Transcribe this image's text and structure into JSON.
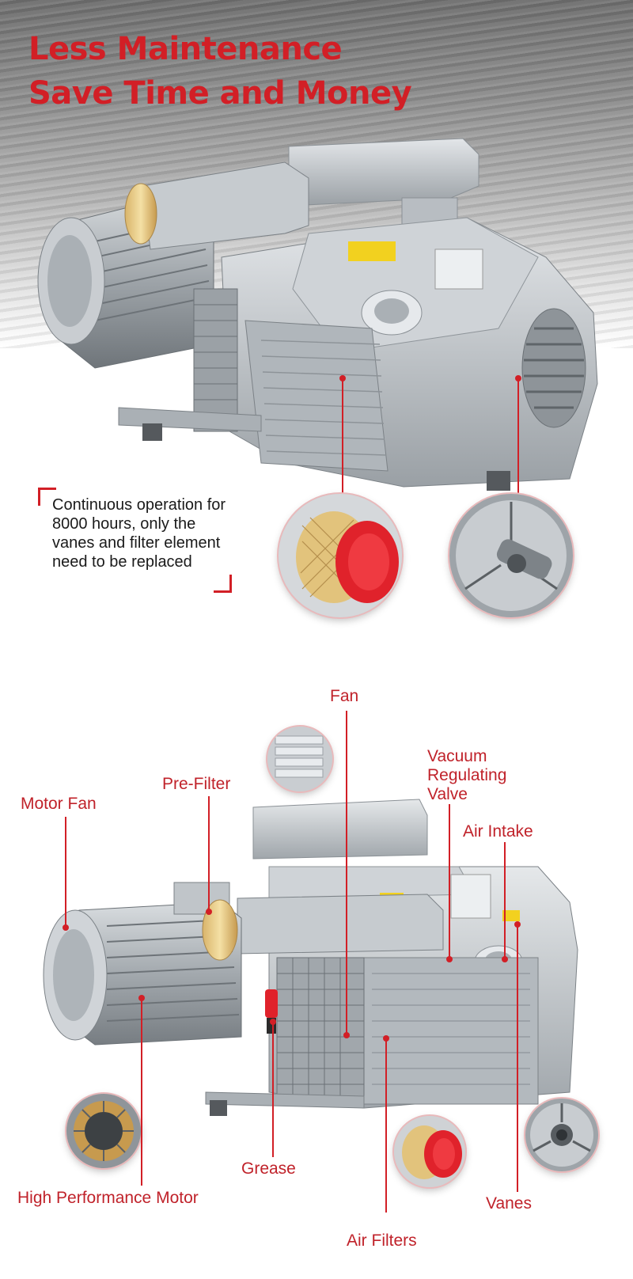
{
  "banner": {
    "headline_line1": "Less Maintenance",
    "headline_line2": "Save Time and Money"
  },
  "callout": {
    "text": "Continuous operation for 8000 hours, only the vanes and filter element need to be replaced"
  },
  "components": {
    "fan": "Fan",
    "vacuum_regulating_valve_l1": "Vacuum",
    "vacuum_regulating_valve_l2": "Regulating",
    "vacuum_regulating_valve_l3": "Valve",
    "pre_filter": "Pre-Filter",
    "motor_fan": "Motor Fan",
    "air_intake": "Air Intake",
    "grease": "Grease",
    "high_performance_motor": "High Performance Motor",
    "air_filters": "Air Filters",
    "vanes": "Vanes"
  },
  "colors": {
    "accent_red": "#d21f26",
    "pump_silver": "#b9bec3",
    "filter_red": "#e0222b"
  }
}
